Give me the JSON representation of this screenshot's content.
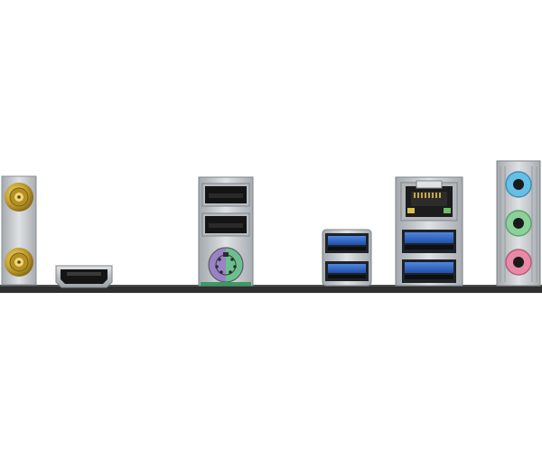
{
  "scene": {
    "subject": "",
    "background_color": "#ffffff",
    "pcb_color": "#2d302e",
    "port_colors": {
      "usb3_blue": "#2b63c4",
      "usb2_black": "#1b1b1b",
      "ps2_purple": "#9a83c5",
      "ps2_green": "#6bc18e",
      "audio_blue": "#65bfe6",
      "audio_green": "#8cd09a",
      "audio_pink": "#e88aa5",
      "gold": "#c9a533",
      "metal": "#c6c9cc"
    }
  },
  "connectors": [
    {
      "name": "wifi-antenna-connector-top",
      "icon": "sma-antenna-icon"
    },
    {
      "name": "wifi-antenna-connector-bottom",
      "icon": "sma-antenna-icon"
    },
    {
      "name": "hdmi-port",
      "icon": "hdmi-icon"
    },
    {
      "name": "usb2-port-top",
      "icon": "usb-icon"
    },
    {
      "name": "usb2-port-bottom",
      "icon": "usb-icon"
    },
    {
      "name": "ps2-port",
      "icon": "ps2-icon"
    },
    {
      "name": "usb3-port-top",
      "icon": "usb-icon"
    },
    {
      "name": "usb3-port-bottom",
      "icon": "usb-icon"
    },
    {
      "name": "ethernet-port",
      "icon": "rj45-icon"
    },
    {
      "name": "usb3-port-lan-top",
      "icon": "usb-icon"
    },
    {
      "name": "usb3-port-lan-bottom",
      "icon": "usb-icon"
    },
    {
      "name": "audio-line-in-jack",
      "icon": "audio-jack-icon"
    },
    {
      "name": "audio-line-out-jack",
      "icon": "audio-jack-icon"
    },
    {
      "name": "audio-mic-jack",
      "icon": "audio-jack-icon"
    }
  ]
}
